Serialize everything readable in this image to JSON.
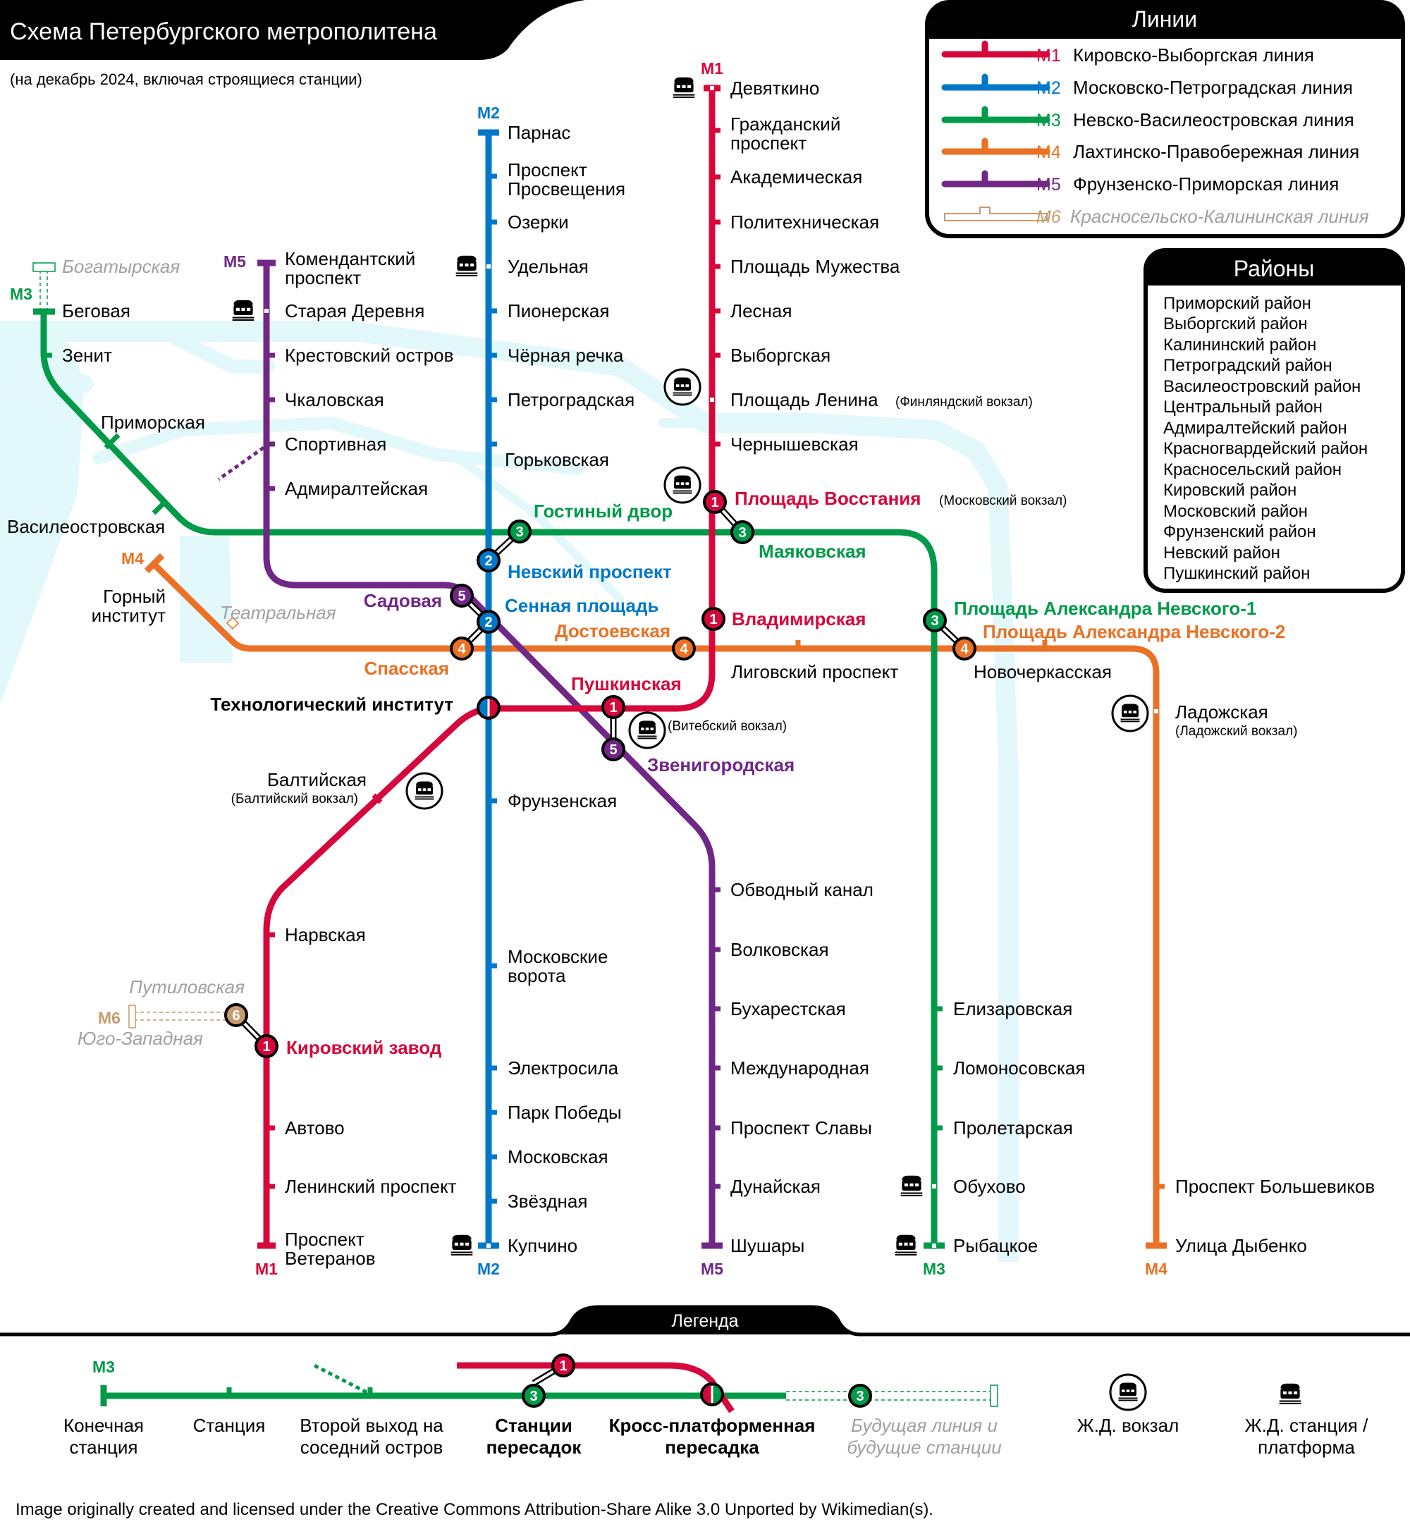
{
  "header": {
    "title": "Схема Петербургского метрополитена",
    "subtitle": "(на декабрь 2024, включая строящиеся станции)"
  },
  "lines_panel": {
    "title": "Линии",
    "items": [
      {
        "code": "M1",
        "name": "Кировско-Выборгская линия",
        "color": "#D6083B"
      },
      {
        "code": "M2",
        "name": "Московско-Петроградская линия",
        "color": "#0078C9"
      },
      {
        "code": "M3",
        "name": "Невско-Василеостровская линия",
        "color": "#009A49"
      },
      {
        "code": "M4",
        "name": "Лахтинско-Правобережная линия",
        "color": "#EA7125"
      },
      {
        "code": "M5",
        "name": "Фрунзенско-Приморская линия",
        "color": "#702785"
      },
      {
        "code": "M6",
        "name": "Красносельско-Калининская линия",
        "color": "#C69C6D"
      }
    ]
  },
  "districts_panel": {
    "title": "Районы",
    "items": [
      "Приморский район",
      "Выборгский район",
      "Калининский район",
      "Петроградский район",
      "Василеостровский район",
      "Центральный район",
      "Адмиралтейский район",
      "Красногвардейский район",
      "Красносельский район",
      "Кировский район",
      "Московский район",
      "Фрунзенский район",
      "Невский район",
      "Пушкинский район"
    ]
  },
  "line_terminal_labels": {
    "m1_top": "M1",
    "m1_bottom": "M1",
    "m2_top": "M2",
    "m2_bottom": "M2",
    "m3_top": "M3",
    "m3_bottom": "M3",
    "m4_top": "M4",
    "m4_bottom": "M4",
    "m5_top": "M5",
    "m5_bottom": "M5",
    "m6": "M6"
  },
  "transfer_badges": {
    "m1": "1",
    "m2": "2",
    "m3": "3",
    "m4": "4",
    "m5": "5",
    "m6": "6"
  },
  "stations": {
    "m1": {
      "devyatkino": "Девяткино",
      "grazhdansky_1": "Гражданский",
      "grazhdansky_2": "проспект",
      "akademicheskaya": "Академическая",
      "politekhnicheskaya": "Политехническая",
      "muzhestva": "Площадь Мужества",
      "lesnaya": "Лесная",
      "vyborgskaya": "Выборгская",
      "lenina": "Площадь Ленина",
      "lenina_note": "(Финляндский вокзал)",
      "chernyshevskaya": "Чернышевская",
      "vosstaniya": "Площадь Восстания",
      "vosstaniya_note": "(Московский вокзал)",
      "vladimirskaya": "Владимирская",
      "pushkinskaya": "Пушкинская",
      "pushkinskaya_note": "(Витебский вокзал)",
      "tekhnolog": "Технологический институт",
      "baltiyskaya": "Балтийская",
      "baltiyskaya_note": "(Балтийский вокзал)",
      "narvskaya": "Нарвская",
      "kirovsky_zavod": "Кировский завод",
      "avtovo": "Автово",
      "leninsky": "Ленинский проспект",
      "veteranov_1": "Проспект",
      "veteranov_2": "Ветеранов"
    },
    "m2": {
      "parnas": "Парнас",
      "prosvescheniya_1": "Проспект",
      "prosvescheniya_2": "Просвещения",
      "ozerki": "Озерки",
      "udelnaya": "Удельная",
      "pionerskaya": "Пионерская",
      "chernaya_rechka": "Чёрная речка",
      "petrogradskaya": "Петроградская",
      "gorkovskaya": "Горьковская",
      "nevsky": "Невский проспект",
      "sennaya": "Сенная площадь",
      "frunzenskaya": "Фрунзенская",
      "moskovskie_vorota_1": "Московские",
      "moskovskie_vorota_2": "ворота",
      "elektrosila": "Электросила",
      "park_pobedy": "Парк Победы",
      "moskovskaya": "Московская",
      "zvezdnaya": "Звёздная",
      "kupchino": "Купчино"
    },
    "m3": {
      "bogatyrskaya": "Богатырская",
      "begovaya": "Беговая",
      "zenit": "Зенит",
      "primorskaya": "Приморская",
      "vasileostrovskaya": "Василеостровская",
      "gostiny": "Гостиный двор",
      "mayakovskaya": "Маяковская",
      "alexandra_nevskogo_1": "Площадь Александра Невского-1",
      "elizarovskaya": "Елизаровская",
      "lomonosovskaya": "Ломоносовская",
      "proletarskaya": "Пролетарская",
      "obukhovo": "Обухово",
      "rybatskoe": "Рыбацкое"
    },
    "m4": {
      "gorny_1": "Горный",
      "gorny_2": "институт",
      "teatralnaya": "Театральная",
      "spasskaya": "Спасская",
      "dostoevskaya": "Достоевская",
      "ligovsky": "Лиговский проспект",
      "alexandra_nevskogo_2": "Площадь Александра Невского-2",
      "novocherkasskaya": "Новочеркасская",
      "ladozhskaya": "Ладожская",
      "ladozhskaya_note": "(Ладожский вокзал)",
      "bolshevikov": "Проспект Большевиков",
      "dybenko": "Улица Дыбенко"
    },
    "m5": {
      "komendantsky_1": "Комендантский",
      "komendantsky_2": "проспект",
      "staraya_derevnya": "Старая Деревня",
      "krestovsky": "Крестовский остров",
      "chkalovskaya": "Чкаловская",
      "sportivnaya": "Спортивная",
      "admiralteyskaya": "Адмиралтейская",
      "sadovaya": "Садовая",
      "zvenigorodskaya": "Звенигородская",
      "obvodny": "Обводный канал",
      "volkovskaya": "Волковская",
      "bukharestskaya": "Бухарестская",
      "mezhdunarodnaya": "Международная",
      "slavy": "Проспект Славы",
      "dunayskaya": "Дунайская",
      "shushary": "Шушары"
    },
    "m6": {
      "putilovskaya": "Путиловская",
      "yugo_zapadnaya": "Юго-Западная"
    }
  },
  "legend": {
    "title": "Легенда",
    "line_code": "M3",
    "terminal_1": "Конечная",
    "terminal_2": "станция",
    "station": "Станция",
    "second_exit_1": "Второй выход на",
    "second_exit_2": "соседний остров",
    "transfer_1": "Станции",
    "transfer_2": "пересадок",
    "cross_1": "Кросс-платформенная",
    "cross_2": "пересадка",
    "future_1": "Будущая линия и",
    "future_2": "будущие станции",
    "rail_terminal": "Ж.Д. вокзал",
    "rail_station_1": "Ж.Д. станция /",
    "rail_station_2": "платформа"
  },
  "footer": {
    "credit": "Image originally created and licensed under the Creative Commons Attribution-Share Alike 3.0 Unported by Wikimedian(s)."
  },
  "icons": [
    "rail-terminal-icon",
    "rail-platform-icon"
  ],
  "colors": {
    "water": "#E3F8FA",
    "frame": "#000000"
  }
}
